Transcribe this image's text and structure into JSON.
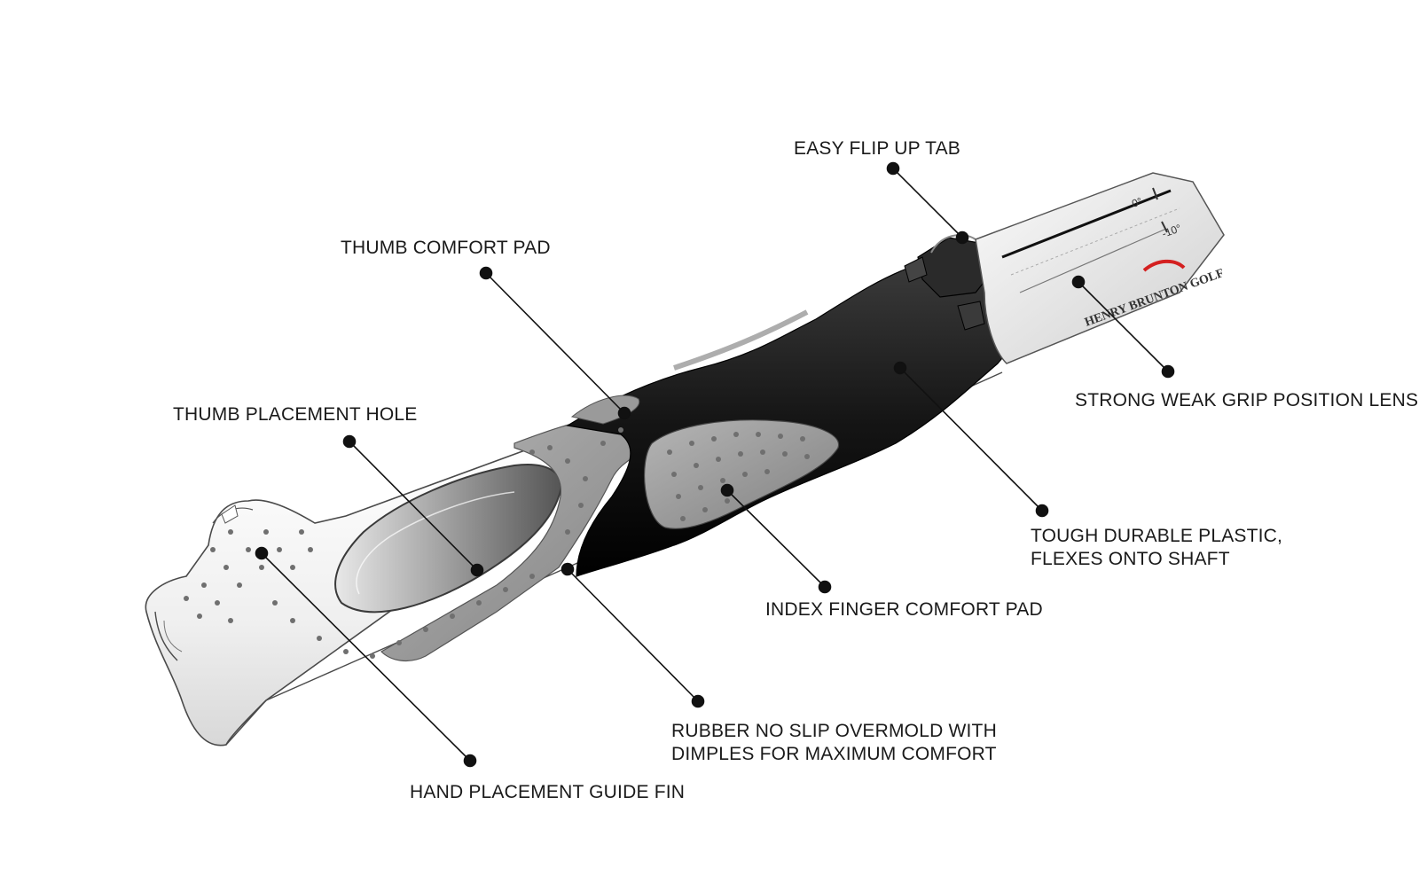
{
  "diagram": {
    "callouts": {
      "easy_flip_up_tab": [
        "EASY FLIP UP TAB"
      ],
      "thumb_comfort_pad": [
        "THUMB COMFORT PAD"
      ],
      "thumb_placement_hole": [
        "THUMB PLACEMENT HOLE"
      ],
      "strong_weak_lens": [
        "STRONG WEAK GRIP POSITION LENS"
      ],
      "tough_durable_plastic": [
        "TOUGH DURABLE PLASTIC,",
        "FLEXES ONTO SHAFT"
      ],
      "index_finger_pad": [
        "INDEX FINGER COMFORT PAD"
      ],
      "rubber_overmold": [
        "RUBBER NO SLIP OVERMOLD WITH",
        "DIMPLES FOR MAXIMUM COMFORT"
      ],
      "hand_placement_fin": [
        "HAND PLACEMENT GUIDE FIN"
      ]
    },
    "product": {
      "brand": "HENRY BRUNTON GOLF",
      "lens_marks": [
        "0°",
        "-10°"
      ]
    },
    "colors": {
      "rubber": "#1b1b1b",
      "pad": "#8f8f8f",
      "shell": "#f4f4f4",
      "outline": "#4a4a4a",
      "brand_swoosh": "#d42020",
      "leader": "#111111"
    }
  }
}
